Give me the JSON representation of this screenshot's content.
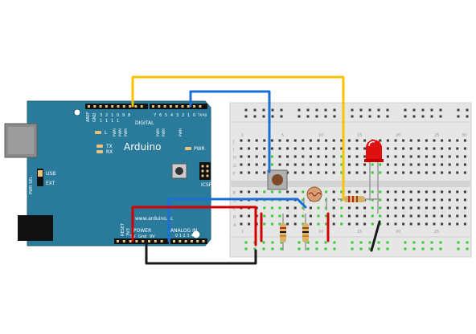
{
  "board": {
    "brand": "Arduino",
    "website": "www.arduino.cc",
    "digital_label": "DIGITAL",
    "icsp_label": "ICSP",
    "pwr_label": "PWR",
    "l_label": "L",
    "tx_label": "TX",
    "rx_label": "RX",
    "aref_label": "AREF",
    "gnd_label": "GND",
    "pwr_sel_label": "PWR SEL",
    "usb_label": "USB",
    "ext_label": "EXT",
    "power_label": "POWER",
    "analog_label": "ANALOG IN",
    "reset_label": "RESET",
    "v3_label": "3V3",
    "v5_label": "5V",
    "gnd_pwr_label": "Gnd",
    "vin_label": "9V",
    "analog_pins": "0 1 2 3 4 5",
    "digital_pins_a": [
      "1",
      "1",
      "1",
      "1",
      "9",
      "8"
    ],
    "digital_pins_a2": [
      "3",
      "2",
      "1",
      "0"
    ],
    "digital_pins_b": [
      "7",
      "6",
      "5",
      "4",
      "3",
      "2",
      "1",
      "0"
    ],
    "pwm_label": "PWM",
    "tx_pin": "TX",
    "rx_pin": "RX"
  },
  "breadboard": {
    "row_letters_top": [
      "J",
      "I",
      "H",
      "G",
      "F"
    ],
    "row_letters_bottom": [
      "E",
      "D",
      "C",
      "B",
      "A"
    ],
    "col_numbers": [
      "1",
      "5",
      "10",
      "15",
      "20",
      "25",
      "30"
    ]
  },
  "colors": {
    "board": "#2a7a9b",
    "wire_yellow": "#f5c400",
    "wire_blue": "#1a6fd6",
    "wire_red": "#d40000",
    "wire_black": "#1a1a1a",
    "led": "#e01010",
    "breadboard": "#e6e6e6",
    "hole_active": "#33cc33"
  }
}
